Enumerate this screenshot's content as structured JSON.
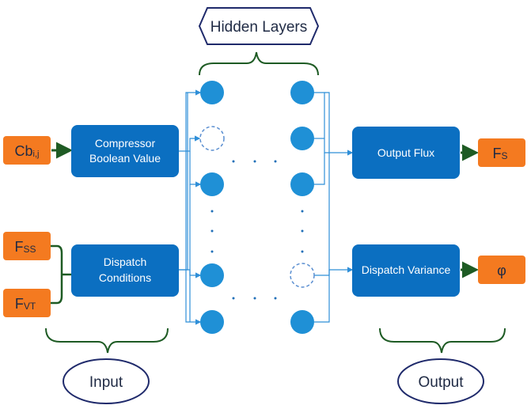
{
  "hidden_layers": {
    "label": "Hidden Layers"
  },
  "inputs": [
    {
      "main": "Cb",
      "sub": "i,j"
    },
    {
      "main": "F",
      "sub": "SS"
    },
    {
      "main": "F",
      "sub": "VT"
    }
  ],
  "input_boxes": [
    {
      "line1": "Compressor",
      "line2": "Boolean Value"
    },
    {
      "line1": "Dispatch",
      "line2": "Conditions"
    }
  ],
  "output_boxes": [
    {
      "label": "Output Flux"
    },
    {
      "label": "Dispatch Variance"
    }
  ],
  "outputs": [
    {
      "main": "F",
      "sub": "S"
    },
    {
      "main": "φ",
      "sub": ""
    }
  ],
  "group_labels": {
    "input": "Input",
    "output": "Output"
  },
  "colors": {
    "blue_box": "#0b6fc1",
    "node": "#1f90d6",
    "orange": "#f47a20",
    "green": "#1e5b24",
    "navy": "#1f2a6b",
    "connector": "#2f8fd8"
  }
}
